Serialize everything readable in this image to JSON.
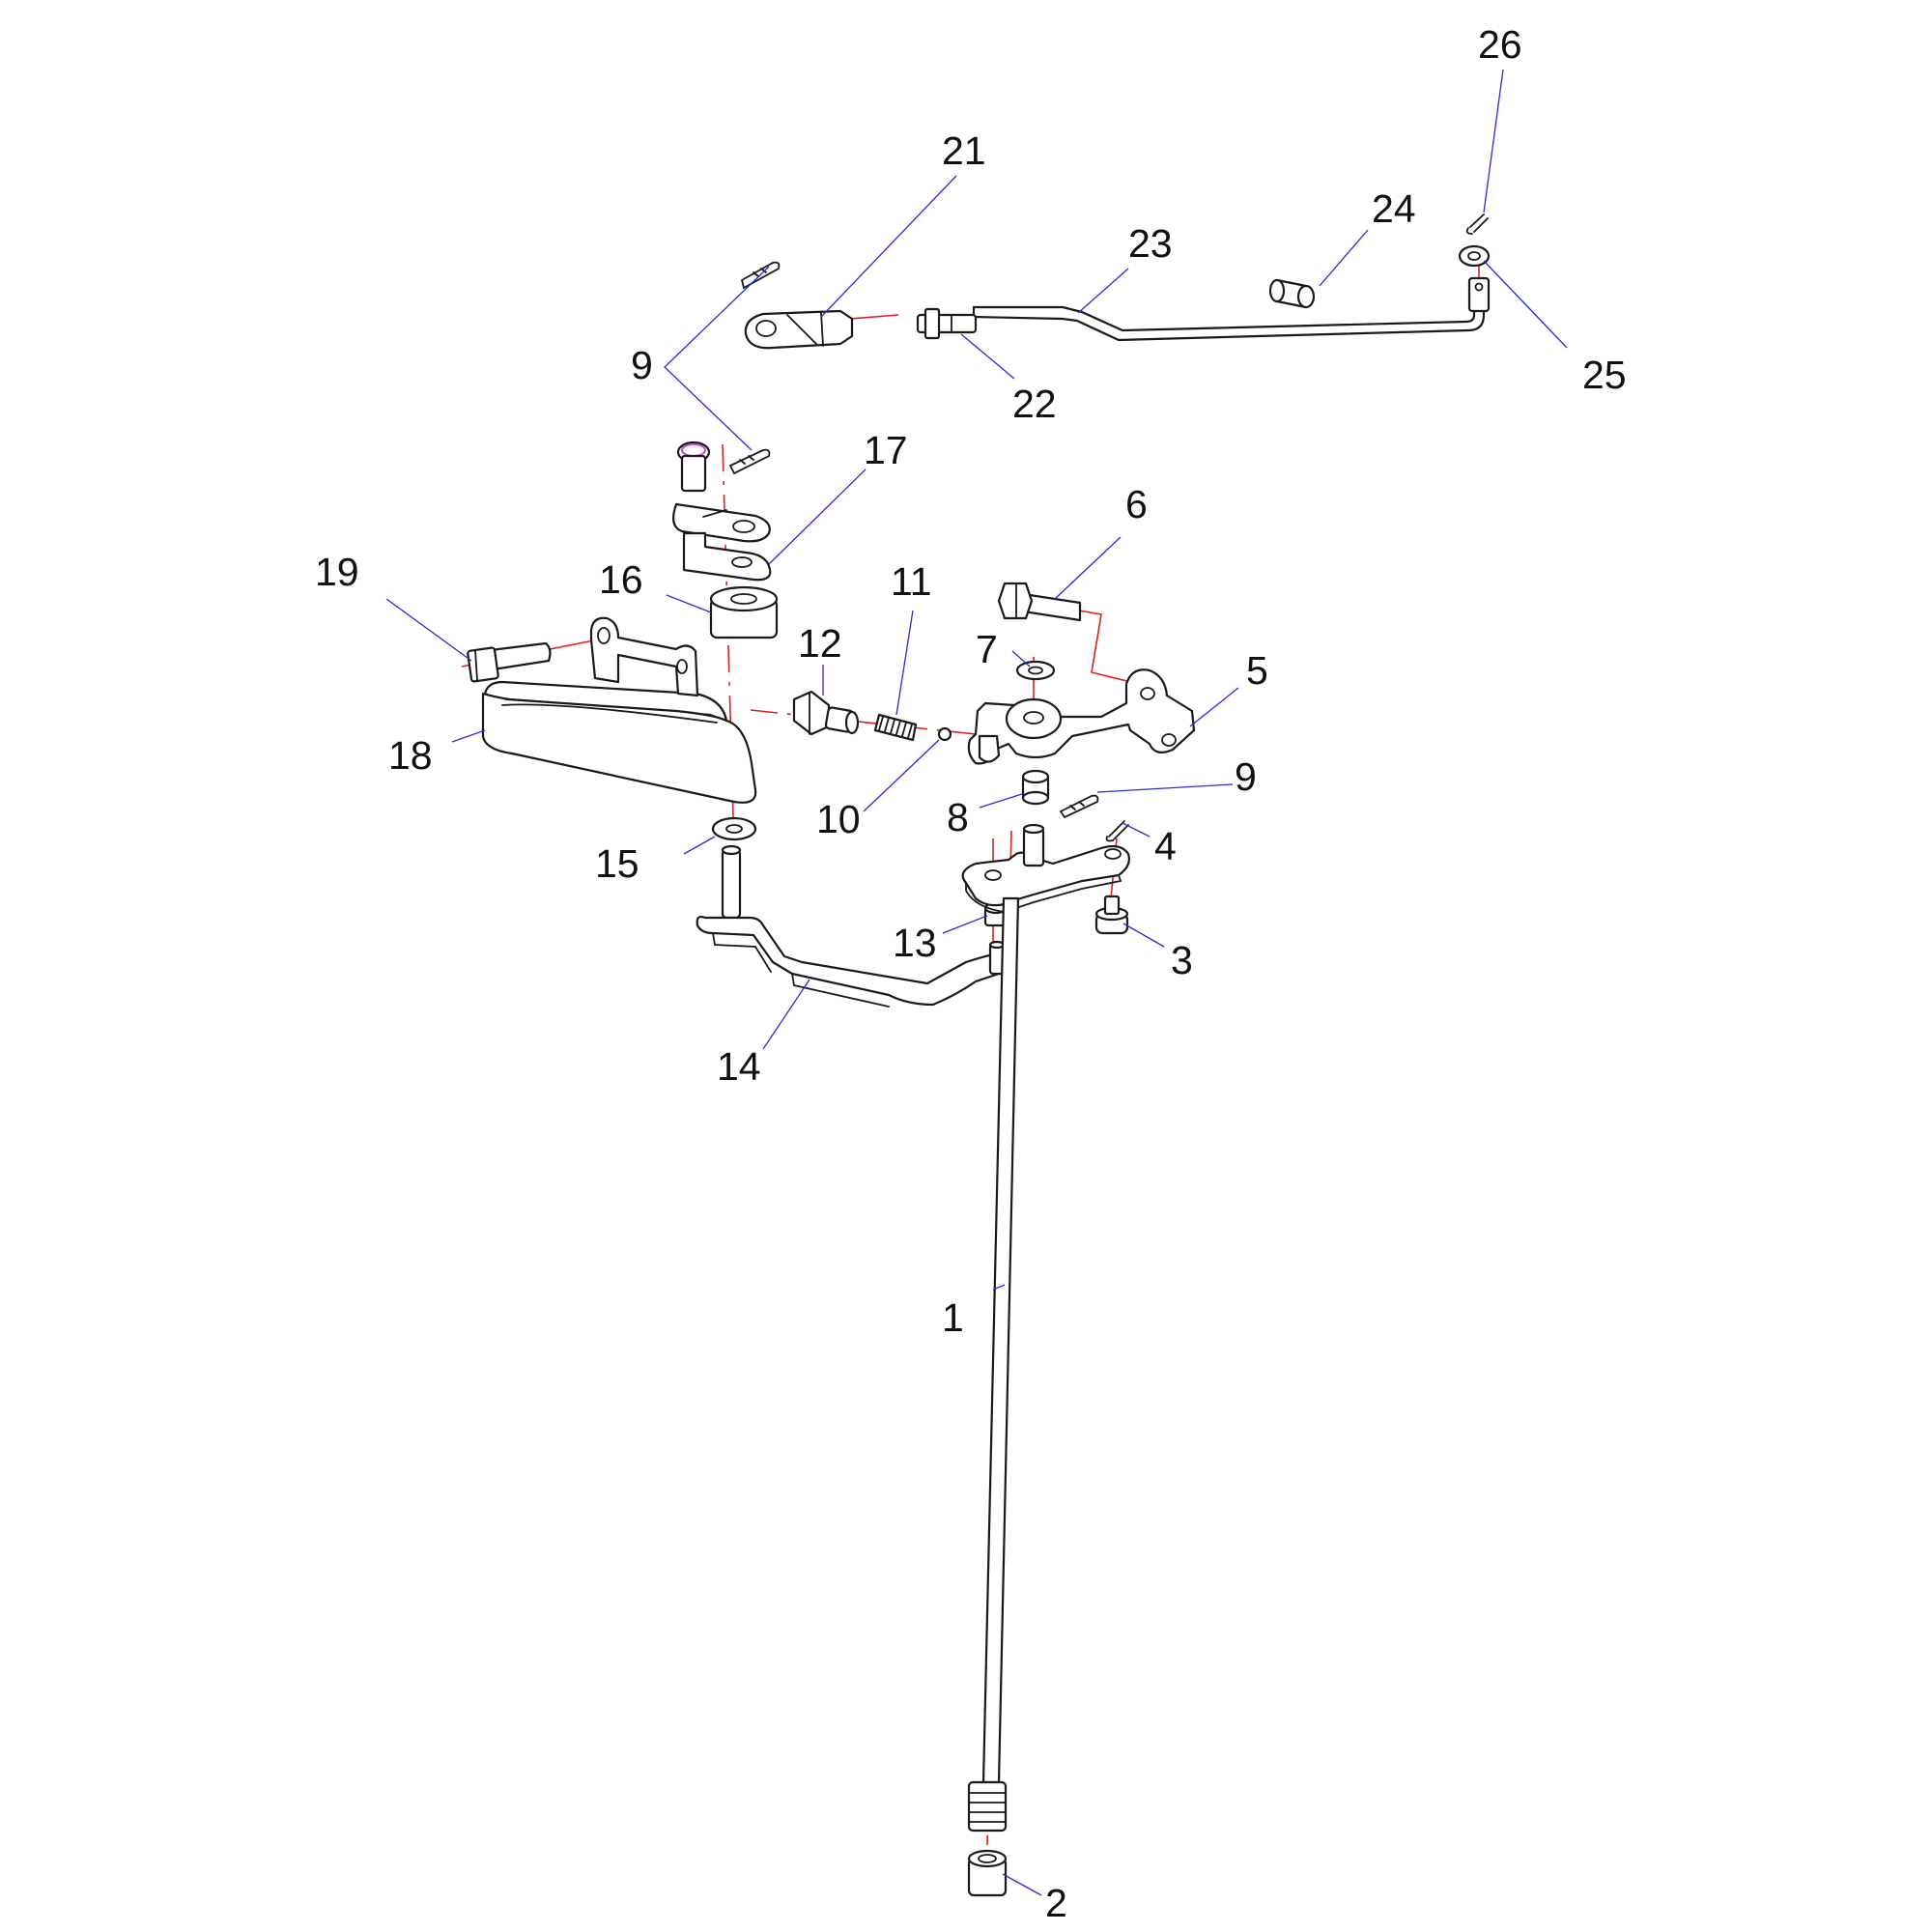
{
  "callouts": [
    {
      "id": "c1",
      "label": "1"
    },
    {
      "id": "c2",
      "label": "2"
    },
    {
      "id": "c3",
      "label": "3"
    },
    {
      "id": "c4",
      "label": "4"
    },
    {
      "id": "c5",
      "label": "5"
    },
    {
      "id": "c6",
      "label": "6"
    },
    {
      "id": "c7",
      "label": "7"
    },
    {
      "id": "c8",
      "label": "8"
    },
    {
      "id": "c9a",
      "label": "9"
    },
    {
      "id": "c9b",
      "label": "9"
    },
    {
      "id": "c10",
      "label": "10"
    },
    {
      "id": "c11",
      "label": "11"
    },
    {
      "id": "c12",
      "label": "12"
    },
    {
      "id": "c13",
      "label": "13"
    },
    {
      "id": "c14",
      "label": "14"
    },
    {
      "id": "c15",
      "label": "15"
    },
    {
      "id": "c16",
      "label": "16"
    },
    {
      "id": "c17",
      "label": "17"
    },
    {
      "id": "c18",
      "label": "18"
    },
    {
      "id": "c19",
      "label": "19"
    },
    {
      "id": "c21",
      "label": "21"
    },
    {
      "id": "c22",
      "label": "22"
    },
    {
      "id": "c23",
      "label": "23"
    },
    {
      "id": "c24",
      "label": "24"
    },
    {
      "id": "c25",
      "label": "25"
    },
    {
      "id": "c26",
      "label": "26"
    }
  ],
  "colors": {
    "line": "#1a1a1a",
    "axis": "#e0201c",
    "leader": "#2b2bd6",
    "background": "#ffffff"
  }
}
